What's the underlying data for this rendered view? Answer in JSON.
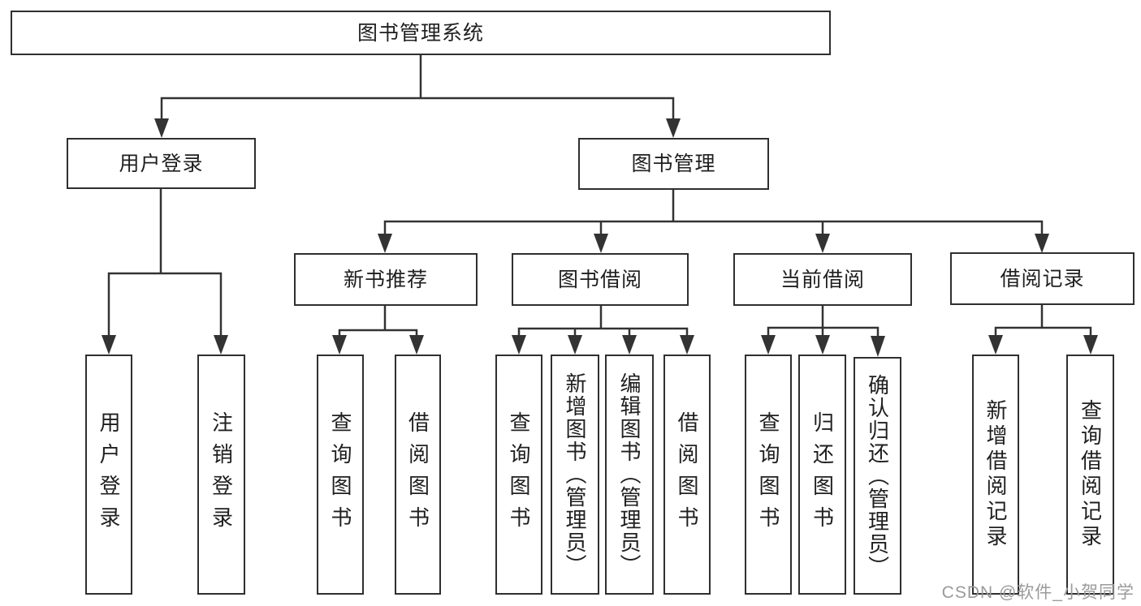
{
  "nodes": {
    "root": "图书管理系统",
    "user_login": "用户登录",
    "book_mgmt": "图书管理",
    "new_book_rec": "新书推荐",
    "book_borrowing": "图书借阅",
    "current_borrowing": "当前借阅",
    "borrowing_records": "借阅记录",
    "leaf_user_login": "用户登录",
    "leaf_logout": "注销登录",
    "leaf_query_books_rec": "查询图书",
    "leaf_borrow_books_rec": "借阅图书",
    "leaf_query_books_borrow": "查询图书",
    "leaf_add_books_admin": "新增图书（管理员）",
    "leaf_edit_books_admin": "编辑图书（管理员）",
    "leaf_borrow_books_borrow": "借阅图书",
    "leaf_query_books_current": "查询图书",
    "leaf_return_books": "归还图书",
    "leaf_confirm_return_admin": "确认归还（管理员）",
    "leaf_add_borrow_record": "新增借阅记录",
    "leaf_query_borrow_record": "查询借阅记录"
  },
  "watermark": "CSDN @软件_小贺同学",
  "colors": {
    "line": "#333333",
    "box_border": "#2f2f2f",
    "text": "#1f1f1f",
    "background": "#ffffff",
    "watermark": "#9a9a9a"
  }
}
